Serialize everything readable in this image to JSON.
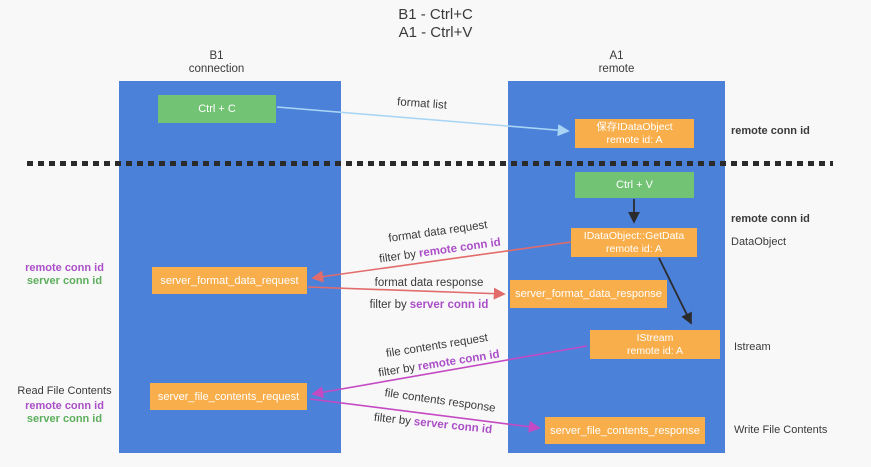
{
  "title": {
    "line1": "B1 - Ctrl+C",
    "line2": "A1 - Ctrl+V"
  },
  "lanes": {
    "left": {
      "title": "B1",
      "subtitle": "connection"
    },
    "right": {
      "title": "A1",
      "subtitle": "remote"
    }
  },
  "boxes": {
    "ctrl_c": "Ctrl + C",
    "ctrl_v": "Ctrl + V",
    "save_idataobject": {
      "line1": "保存IDataObject",
      "line2": "remote id: A"
    },
    "getdata": {
      "line1": "IDataObject::GetData",
      "line2": "remote id: A"
    },
    "istream": {
      "line1": "IStream",
      "line2": "remote id: A"
    },
    "server_format_data_request": "server_format_data_request",
    "server_format_data_response": "server_format_data_response",
    "server_file_contents_request": "server_file_contents_request",
    "server_file_contents_response": "server_file_contents_response"
  },
  "arrow_labels": {
    "format_list": "format list",
    "format_data_request": "format data request",
    "format_data_response": "format data response",
    "file_contents_request": "file contents request",
    "file_contents_response": "file contents response",
    "filter_by": "filter by",
    "remote_conn_id": "remote conn id",
    "server_conn_id": "server conn id"
  },
  "side_labels": {
    "left": {
      "remote_conn_id": "remote conn id",
      "server_conn_id": "server conn id",
      "read_file_contents": "Read File Contents"
    },
    "right": {
      "remote_conn_id_top": "remote conn id",
      "remote_conn_id_mid": "remote conn id",
      "dataobject": "DataObject",
      "istream": "Istream",
      "write_file_contents": "Write File Contents"
    }
  },
  "icons": {
    "arrowhead": "triangle-arrowhead-icon"
  },
  "colors": {
    "background": "#f8f8f8",
    "lane_blue": "#4c81d9",
    "box_orange": "#f9ae4c",
    "box_green": "#73c375",
    "arrow_light_blue": "#a9d5f5",
    "arrow_red": "#e26b6b",
    "arrow_magenta": "#c44ac4",
    "arrow_black": "#2b2b2b",
    "text_dark": "#3a3a3a",
    "text_purple": "#ab4fc8",
    "text_green": "#5cae5c"
  }
}
